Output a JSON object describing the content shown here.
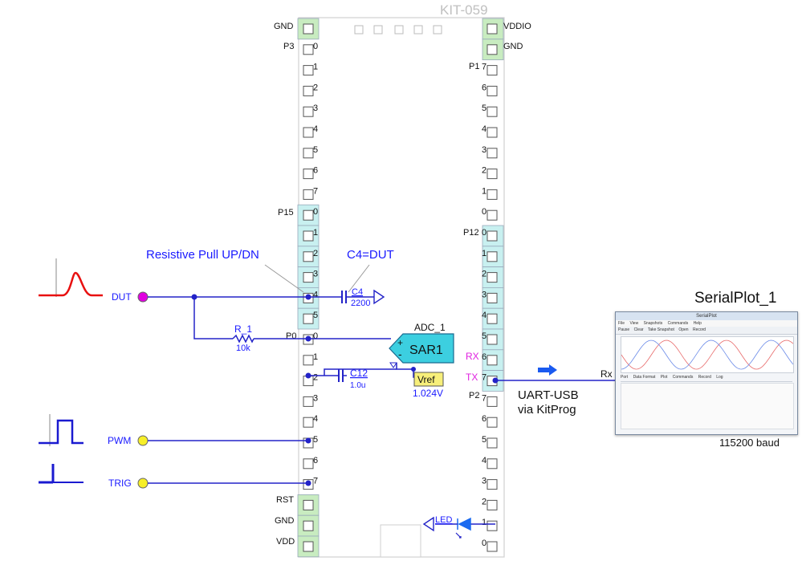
{
  "kit": {
    "name": "KIT-059",
    "left_top": [
      "GND",
      "P3"
    ],
    "left_p3_pins": [
      "0",
      "1",
      "2",
      "3",
      "4",
      "5",
      "6",
      "7"
    ],
    "left_p15_label": "P15",
    "left_p15_pins": [
      "0",
      "1",
      "2",
      "3",
      "4",
      "5"
    ],
    "left_p0_label": "P0",
    "left_p0_pins": [
      "0",
      "1",
      "2",
      "3",
      "4",
      "5",
      "6",
      "7"
    ],
    "left_bottom": [
      "RST",
      "GND",
      "VDD"
    ],
    "right_top": [
      "VDDIO",
      "GND"
    ],
    "right_p1_label": "P1",
    "right_p1_pins": [
      "7",
      "6",
      "5",
      "4",
      "3",
      "2",
      "1",
      "0"
    ],
    "right_p12_label": "P12",
    "right_p12_pins": [
      "0",
      "1",
      "2",
      "3",
      "4",
      "5",
      "6",
      "7"
    ],
    "right_p2_label": "P2",
    "right_p2_pins": [
      "7",
      "6",
      "5",
      "4",
      "3",
      "2",
      "1",
      "0"
    ],
    "rx_label": "RX",
    "tx_label": "TX"
  },
  "annotations": {
    "pull": "Resistive Pull UP/DN",
    "c4dut": "C4=DUT",
    "uart_line1": "UART-USB",
    "uart_line2": "via KitProg",
    "rx": "Rx"
  },
  "components": {
    "c4_name": "C4",
    "c4_value": "2200",
    "r1_name": "R_1",
    "r1_value": "10k",
    "c12_name": "C12",
    "c12_value": "1.0u",
    "adc_name": "ADC_1",
    "sar_name": "SAR1",
    "sar_plus": "+",
    "sar_minus": "-",
    "vref_name": "Vref",
    "vref_value": "1.024V",
    "led_name": "LED"
  },
  "ports": {
    "dut": "DUT",
    "pwm": "PWM",
    "trig": "TRIG"
  },
  "serialplot": {
    "title": "SerialPlot_1",
    "window_title": "SerialPlot",
    "menu": [
      "File",
      "View",
      "Snapshots",
      "Commands",
      "Help"
    ],
    "toolbar": [
      "Pause",
      "Clear",
      "Take Snapshot",
      "Open",
      "Record"
    ],
    "tabs": [
      "Port",
      "Data Format",
      "Plot",
      "Commands",
      "Record",
      "Log"
    ],
    "baud": "115200 baud"
  },
  "colors": {
    "wire": "#2323c8",
    "green_pin": "#c8ecc0",
    "cyan_pin": "#c8f0f0",
    "red_signal": "#e81010",
    "port_yellow": "#f7ef28",
    "port_magenta": "#e000e0",
    "label_blue": "#1a1aff",
    "rxtx_magenta": "#e020e0"
  }
}
